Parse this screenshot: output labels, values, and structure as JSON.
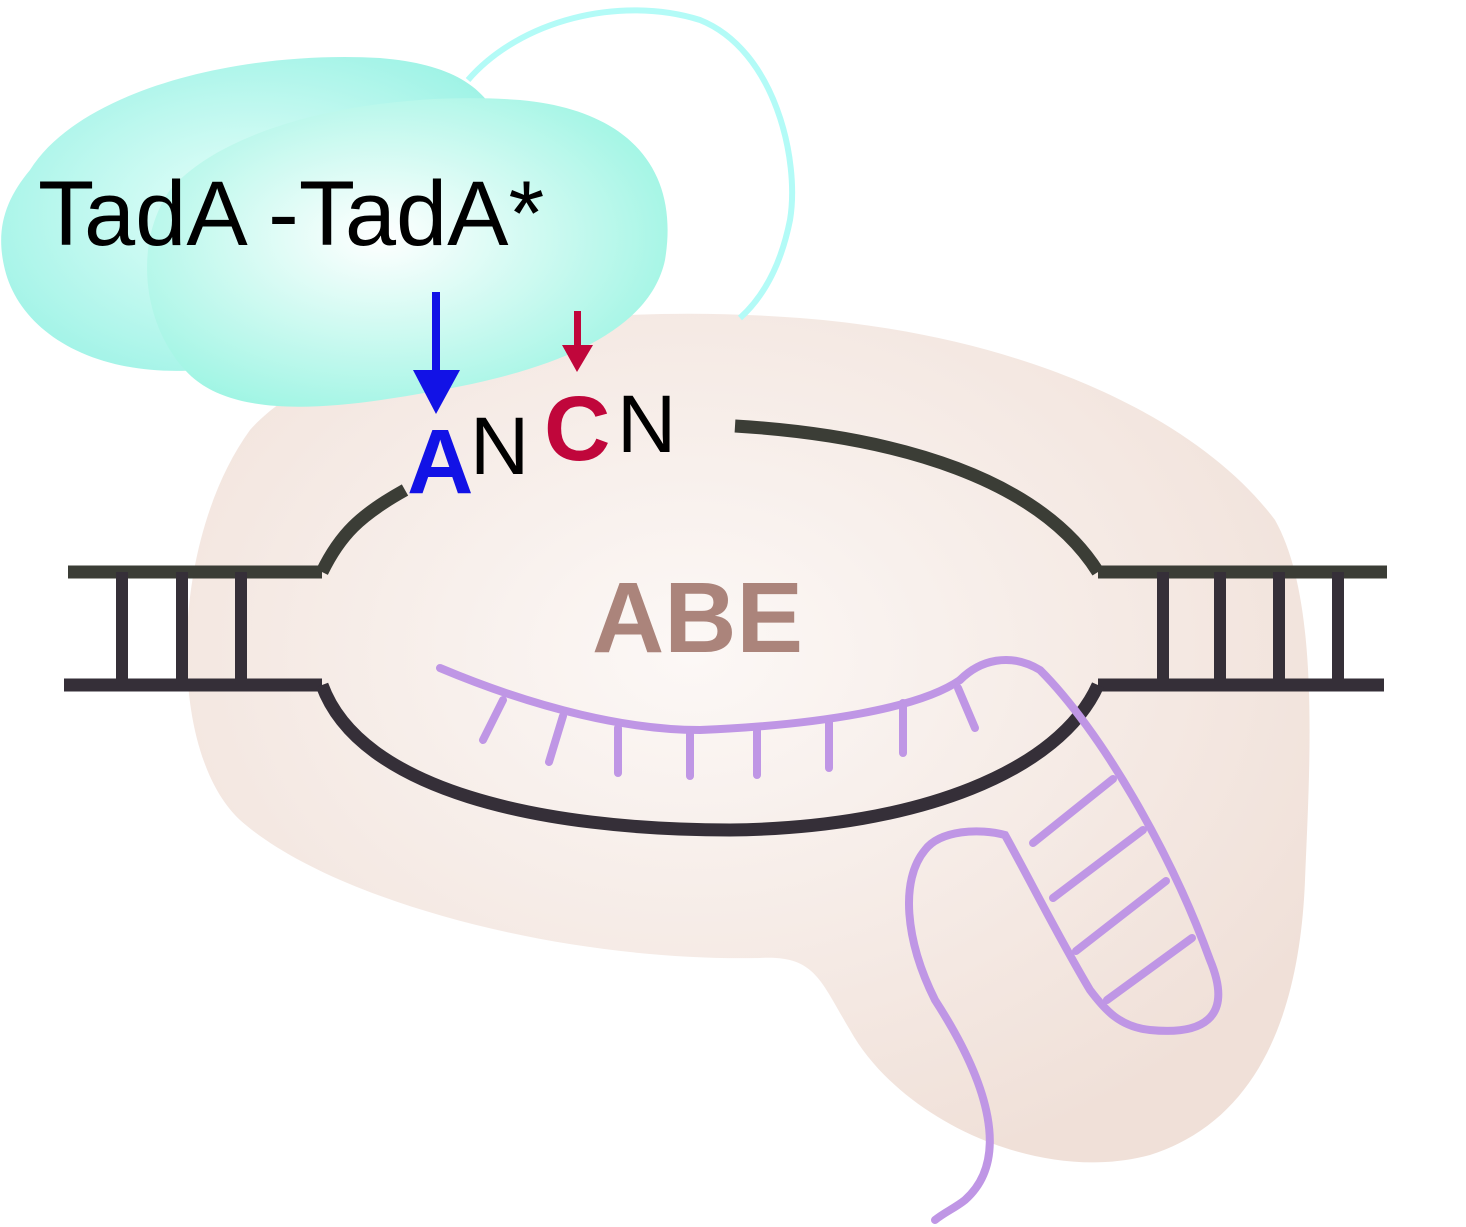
{
  "labels": {
    "enzyme": "TadA -TadA*",
    "editor": "ABE",
    "base_a": "A",
    "base_n1": "N",
    "base_c": "C",
    "base_n2": "N"
  },
  "colors": {
    "tada": "#9ff3e6",
    "tada_highlight": "#e9fffb",
    "tada_linker": "#b3fbf7",
    "abe_body": "#f0e0d8",
    "abe_highlight": "#fcf8f6",
    "abe_text": "#ab847b",
    "dna_top": "#3b3d36",
    "dna_bottom": "#352f38",
    "guide_rna": "#bf96e5",
    "adenine": "#1212e6",
    "cytosine": "#c0063b",
    "text": "#000000"
  },
  "icons": [
    "blue-down-arrow-icon",
    "red-down-arrow-icon"
  ]
}
